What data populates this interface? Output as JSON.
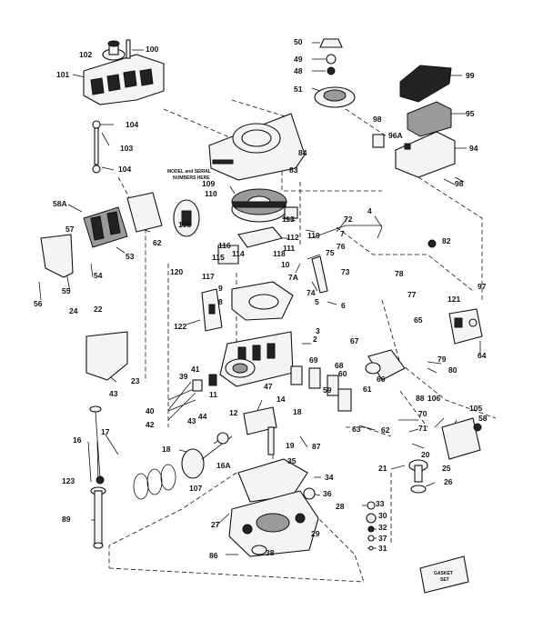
{
  "labels": [
    "100",
    "102",
    "101",
    "104",
    "103",
    "104",
    "50",
    "49",
    "48",
    "51",
    "99",
    "95",
    "98",
    "96A",
    "94",
    "98",
    "84",
    "83",
    "109",
    "110",
    "113",
    "108",
    "119",
    "112",
    "116",
    "111",
    "118",
    "115",
    "114",
    "117",
    "62",
    "58A",
    "57",
    "53",
    "54",
    "55",
    "56",
    "72",
    "4",
    "7",
    "76",
    "82",
    "75",
    "73",
    "7A",
    "10",
    "74",
    "5",
    "6",
    "120",
    "122",
    "9",
    "8",
    "3",
    "2",
    "78",
    "77",
    "97",
    "121",
    "65",
    "64",
    "67",
    "69",
    "68",
    "66",
    "79",
    "80",
    "61",
    "60",
    "59",
    "63",
    "62",
    "88",
    "70",
    "71",
    "24",
    "22",
    "23",
    "43",
    "41",
    "39",
    "40",
    "42",
    "43",
    "44",
    "11",
    "14",
    "47",
    "12",
    "18",
    "19",
    "87",
    "16",
    "17",
    "18",
    "16A",
    "107",
    "106",
    "105",
    "58",
    "20",
    "21",
    "25",
    "26",
    "35",
    "34",
    "36",
    "33",
    "30",
    "32",
    "31",
    "37",
    "28",
    "27",
    "29",
    "38",
    "86",
    "89",
    "123"
  ],
  "notes": {
    "engine_model_note_line1": "MODEL and SERIAL",
    "engine_model_note_line2": "NUMBERS HERE",
    "gasket_kit_line1": "GASKET",
    "gasket_kit_line2": "SET"
  }
}
